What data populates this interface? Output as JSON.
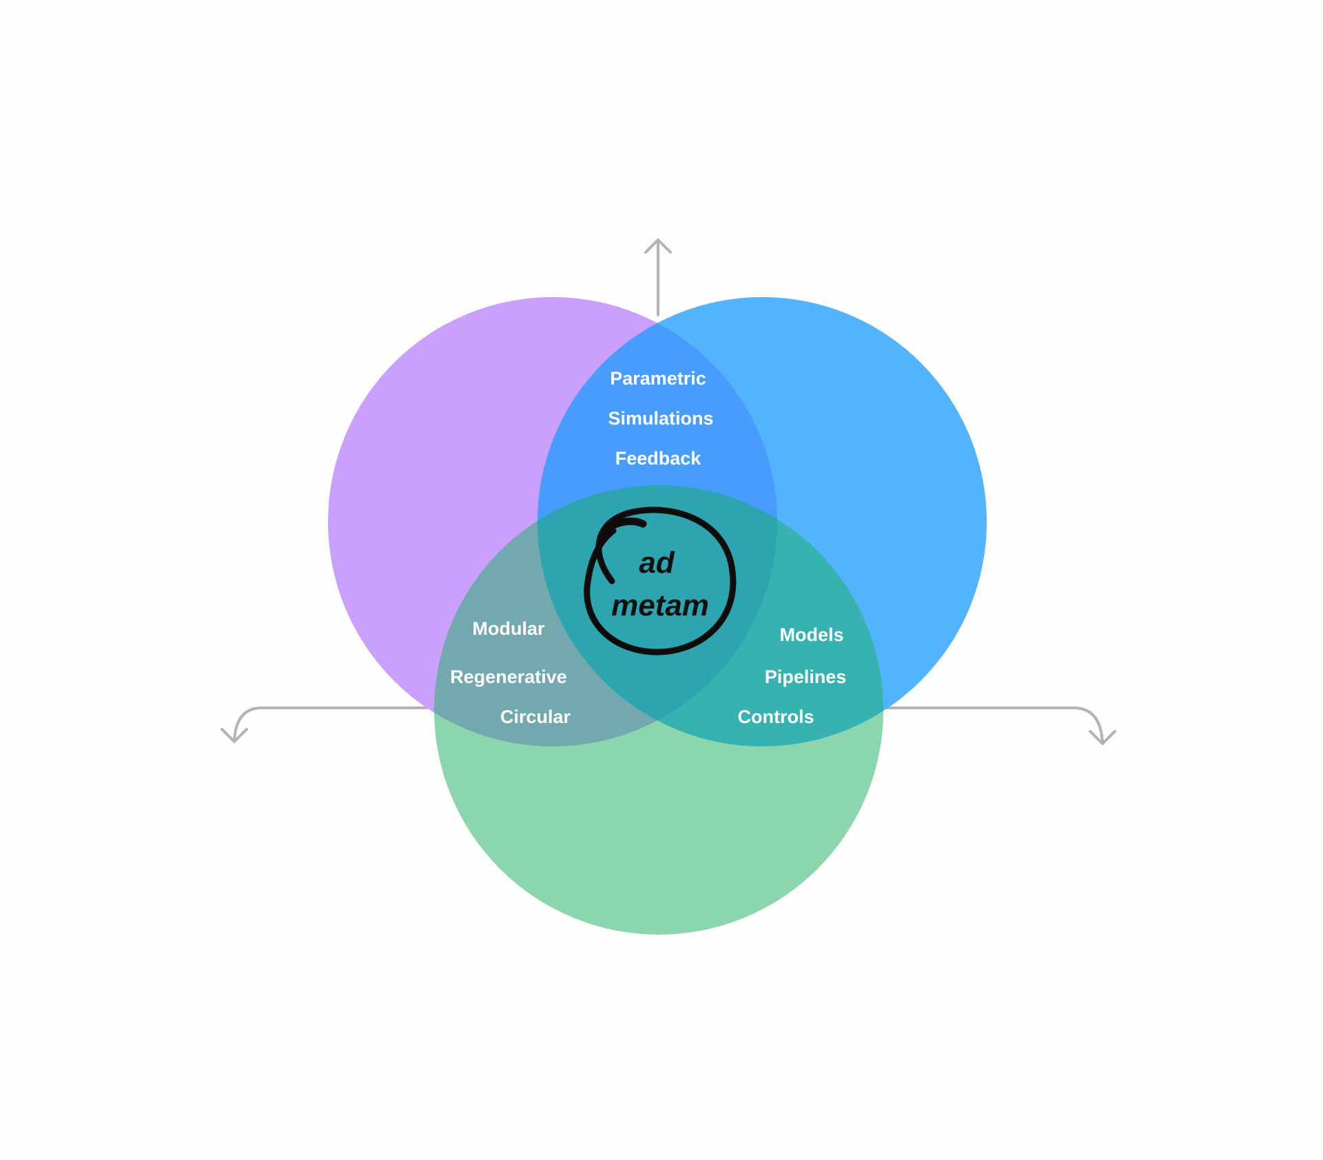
{
  "colors": {
    "background": "#fdfdfd",
    "purple_circle": "#c9a1fc",
    "blue_circle": "#53b4fd",
    "green_circle": "#8bd6ad",
    "purple_blue_overlap": "#479cfd",
    "purple_green_overlap": "#73a9ae",
    "blue_green_overlap": "#36b2b1",
    "center_overlap": "#2da5b1",
    "arrow": "#b3b3b3",
    "label_text": "#ffffff",
    "center_text": "#111111"
  },
  "icons": {
    "up": "arrow-up-icon",
    "left": "arrow-curve-down-left-icon",
    "right": "arrow-curve-down-right-icon",
    "ring": "enso-ring-icon"
  },
  "regions": {
    "top_overlap": [
      "Parametric",
      "Simulations",
      "Feedback"
    ],
    "left_overlap": [
      "Modular",
      "Regenerative",
      "Circular"
    ],
    "right_overlap": [
      "Models",
      "Pipelines",
      "Controls"
    ]
  },
  "center": {
    "line1": "ad",
    "line2": "metam"
  }
}
